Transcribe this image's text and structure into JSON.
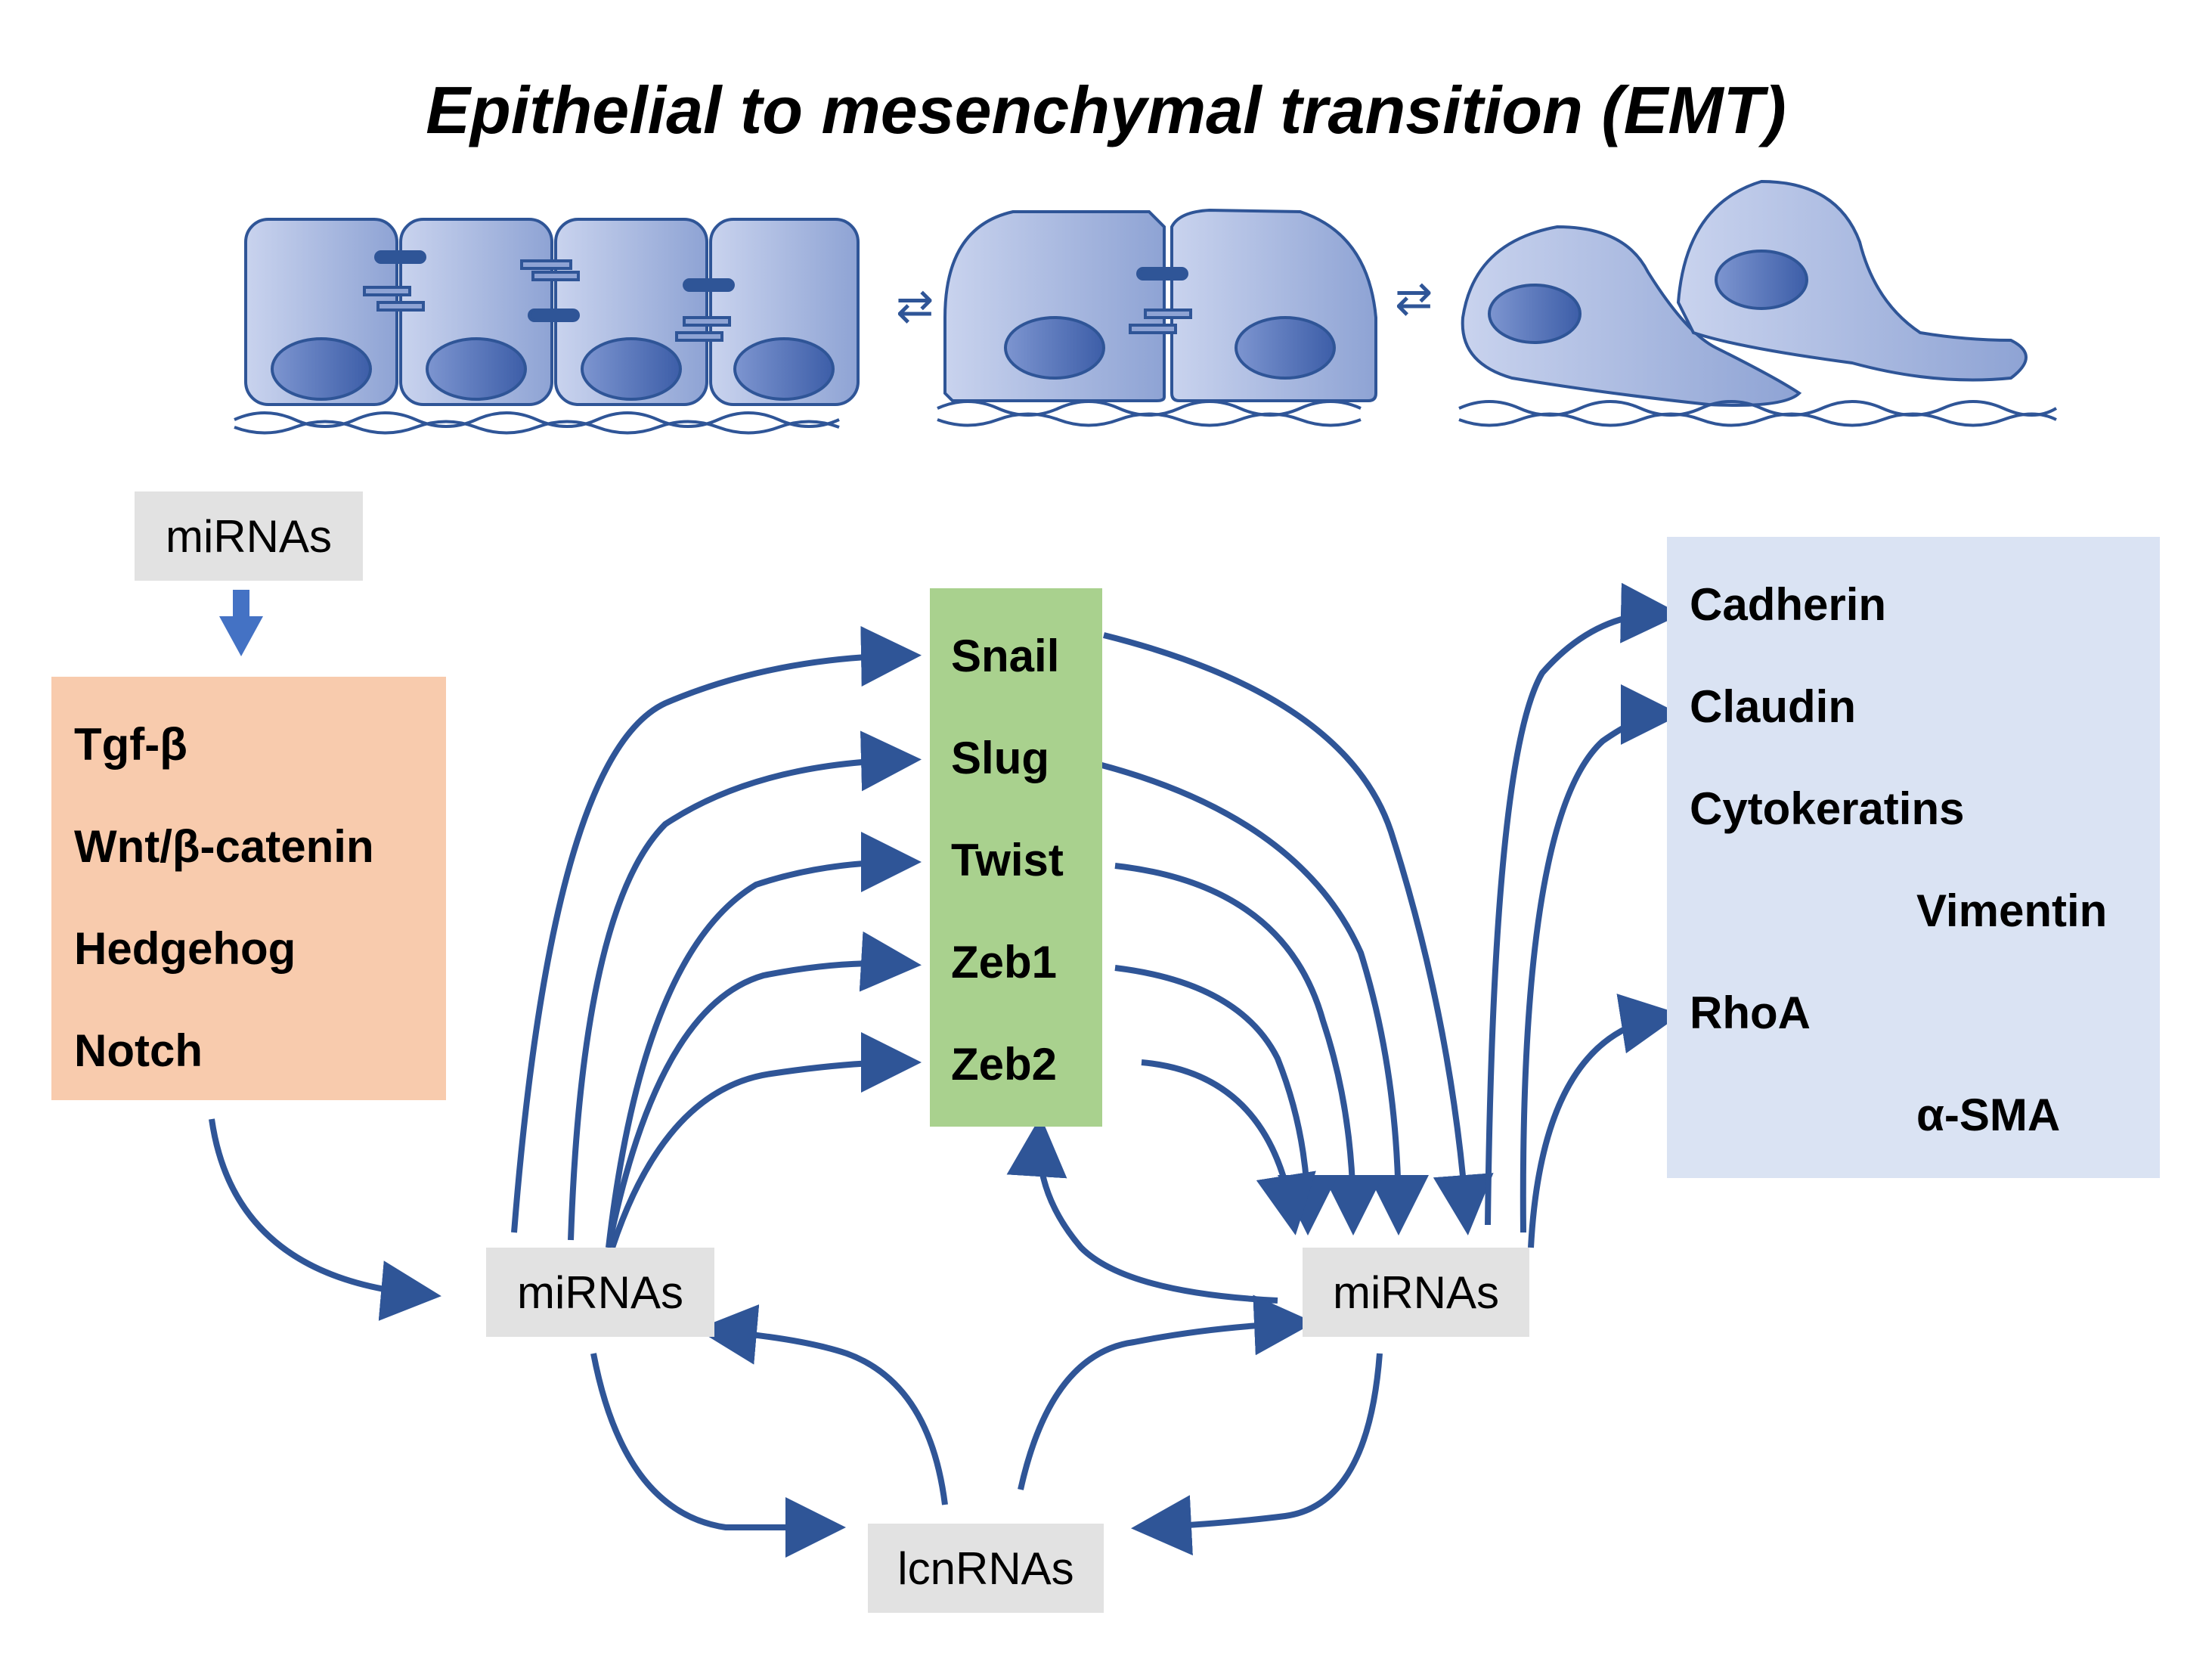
{
  "title": "Epithelial to mesenchymal transition (EMT)",
  "colors": {
    "arrow": "#2f5597",
    "cell_fill": "#aebce0",
    "cell_stroke": "#2f5597",
    "orange_box": "#f8cbad",
    "green_box": "#a9d18e",
    "blue_box": "#dae3f3",
    "gray_box": "#e2e2e2"
  },
  "nodes": {
    "mirnas_top": "miRNAs",
    "mirnas_left": "miRNAs",
    "mirnas_right": "miRNAs",
    "lncrnas": "lcnRNAs"
  },
  "pathways": [
    "Tgf-β",
    "Wnt/β-catenin",
    "Hedgehog",
    "Notch"
  ],
  "transcription_factors": [
    "Snail",
    "Slug",
    "Twist",
    "Zeb1",
    "Zeb2"
  ],
  "markers": [
    "Cadherin",
    "Claudin",
    "Cytokeratins",
    "Vimentin",
    "RhoA",
    "α-SMA"
  ],
  "illustration": {
    "stages": [
      "epithelial",
      "intermediate",
      "mesenchymal"
    ],
    "transition_symbol": "⇄"
  }
}
